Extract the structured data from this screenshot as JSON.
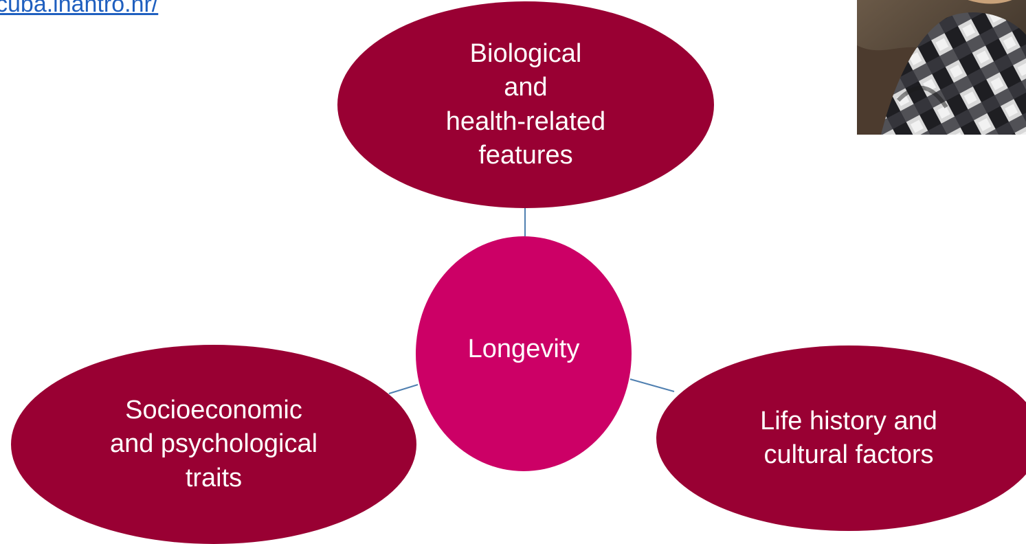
{
  "link": {
    "text": "cuba.inantro.hr/"
  },
  "diagram": {
    "center": {
      "label": "Longevity"
    },
    "factors": {
      "top": {
        "label": "Biological\nand\nhealth-related\nfeatures"
      },
      "left": {
        "label": "Socioeconomic\nand psychological\ntraits"
      },
      "right": {
        "label": "Life history and\ncultural factors"
      }
    }
  },
  "photo": {
    "subject": "person-in-plaid-shirt-photo"
  },
  "colors": {
    "outer_node": "#990033",
    "center_node": "#cc0066",
    "connector": "#4f7fb0",
    "link": "#1f5fbf"
  }
}
